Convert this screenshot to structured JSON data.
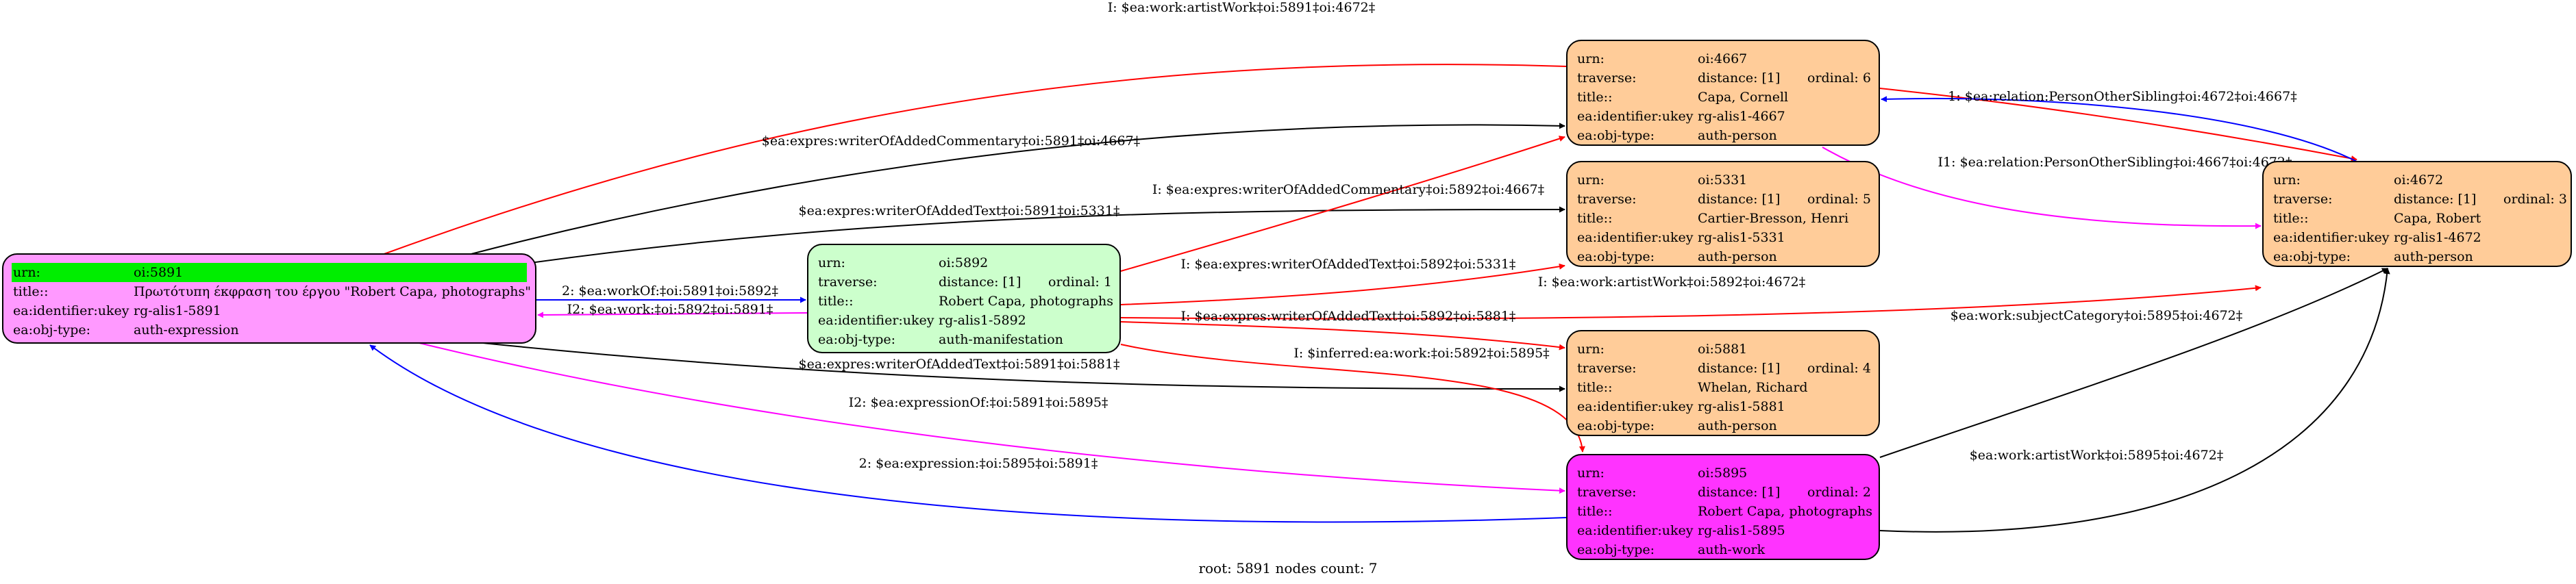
{
  "footer": "root: 5891 nodes count: 7",
  "colors": {
    "root_fill": "#ff99ff",
    "root_highlight": "#00ee00",
    "manifestation_fill": "#ccffcc",
    "person_fill": "#ffcc99",
    "work_fill": "#ff33ff",
    "edge_black": "#000000",
    "edge_red": "#ff0000",
    "edge_blue": "#0000ff",
    "edge_magenta": "#ff00ff"
  },
  "nodes": {
    "n5891": {
      "fill": "#ff99ff",
      "urn_key": "urn:",
      "urn": "oi:5891",
      "title_key": "title::",
      "title": "Πρωτότυπη έκφραση του έργου \"Robert Capa, photographs\"",
      "ident_key": "ea:identifier:ukey",
      "ident": "rg-alis1-5891",
      "type_key": "ea:obj-type:",
      "type": "auth-expression"
    },
    "n5892": {
      "fill": "#ccffcc",
      "urn_key": "urn:",
      "urn": "oi:5892",
      "traverse_key": "traverse:",
      "distance": "distance: [1]",
      "ordinal": "ordinal: 1",
      "title_key": "title::",
      "title": "Robert Capa, photographs",
      "ident_key": "ea:identifier:ukey",
      "ident": "rg-alis1-5892",
      "type_key": "ea:obj-type:",
      "type": "auth-manifestation"
    },
    "n4667": {
      "fill": "#ffcc99",
      "urn_key": "urn:",
      "urn": "oi:4667",
      "traverse_key": "traverse:",
      "distance": "distance: [1]",
      "ordinal": "ordinal: 6",
      "title_key": "title::",
      "title": "Capa, Cornell",
      "ident_key": "ea:identifier:ukey",
      "ident": "rg-alis1-4667",
      "type_key": "ea:obj-type:",
      "type": "auth-person"
    },
    "n5331": {
      "fill": "#ffcc99",
      "urn_key": "urn:",
      "urn": "oi:5331",
      "traverse_key": "traverse:",
      "distance": "distance: [1]",
      "ordinal": "ordinal: 5",
      "title_key": "title::",
      "title": "Cartier-Bresson, Henri",
      "ident_key": "ea:identifier:ukey",
      "ident": "rg-alis1-5331",
      "type_key": "ea:obj-type:",
      "type": "auth-person"
    },
    "n5881": {
      "fill": "#ffcc99",
      "urn_key": "urn:",
      "urn": "oi:5881",
      "traverse_key": "traverse:",
      "distance": "distance: [1]",
      "ordinal": "ordinal: 4",
      "title_key": "title::",
      "title": "Whelan, Richard",
      "ident_key": "ea:identifier:ukey",
      "ident": "rg-alis1-5881",
      "type_key": "ea:obj-type:",
      "type": "auth-person"
    },
    "n5895": {
      "fill": "#ff33ff",
      "urn_key": "urn:",
      "urn": "oi:5895",
      "traverse_key": "traverse:",
      "distance": "distance: [1]",
      "ordinal": "ordinal: 2",
      "title_key": "title::",
      "title": "Robert Capa, photographs",
      "ident_key": "ea:identifier:ukey",
      "ident": "rg-alis1-5895",
      "type_key": "ea:obj-type:",
      "type": "auth-work"
    },
    "n4672": {
      "fill": "#ffcc99",
      "urn_key": "urn:",
      "urn": "oi:4672",
      "traverse_key": "traverse:",
      "distance": "distance: [1]",
      "ordinal": "ordinal: 3",
      "title_key": "title::",
      "title": "Capa, Robert",
      "ident_key": "ea:identifier:ukey",
      "ident": "rg-alis1-4672",
      "type_key": "ea:obj-type:",
      "type": "auth-person"
    }
  },
  "edges": [
    {
      "label": "I: $ea:work:artistWork‡oi:5891‡oi:4672‡",
      "color": "#ff0000"
    },
    {
      "label": "$ea:expres:writerOfAddedCommentary‡oi:5891‡oi:4667‡",
      "color": "#000000"
    },
    {
      "label": "$ea:expres:writerOfAddedText‡oi:5891‡oi:5331‡",
      "color": "#000000"
    },
    {
      "label": "2: $ea:workOf:‡oi:5891‡oi:5892‡",
      "color": "#0000ff"
    },
    {
      "label": "I2: $ea:work:‡oi:5892‡oi:5891‡",
      "color": "#ff00ff"
    },
    {
      "label": "$ea:expres:writerOfAddedText‡oi:5891‡oi:5881‡",
      "color": "#000000"
    },
    {
      "label": "I2: $ea:expressionOf:‡oi:5891‡oi:5895‡",
      "color": "#ff00ff"
    },
    {
      "label": "2: $ea:expression:‡oi:5895‡oi:5891‡",
      "color": "#0000ff"
    },
    {
      "label": "I: $ea:expres:writerOfAddedCommentary‡oi:5892‡oi:4667‡",
      "color": "#ff0000"
    },
    {
      "label": "I: $ea:expres:writerOfAddedText‡oi:5892‡oi:5331‡",
      "color": "#ff0000"
    },
    {
      "label": "I: $ea:work:artistWork‡oi:5892‡oi:4672‡",
      "color": "#ff0000"
    },
    {
      "label": "I: $ea:expres:writerOfAddedText‡oi:5892‡oi:5881‡",
      "color": "#ff0000"
    },
    {
      "label": "I: $inferred:ea:work:‡oi:5892‡oi:5895‡",
      "color": "#ff0000"
    },
    {
      "label": "1: $ea:relation:PersonOtherSibling‡oi:4672‡oi:4667‡",
      "color": "#0000ff"
    },
    {
      "label": "I1: $ea:relation:PersonOtherSibling‡oi:4667‡oi:4672‡",
      "color": "#ff00ff"
    },
    {
      "label": "$ea:work:subjectCategory‡oi:5895‡oi:4672‡",
      "color": "#000000"
    },
    {
      "label": "$ea:work:artistWork‡oi:5895‡oi:4672‡",
      "color": "#000000"
    }
  ]
}
